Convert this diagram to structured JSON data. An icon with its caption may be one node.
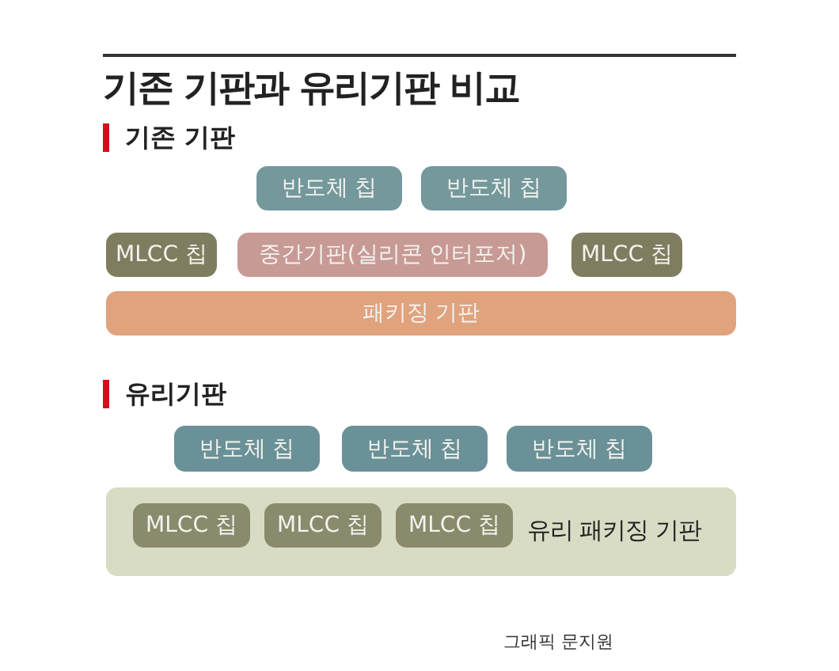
{
  "diagram": {
    "title": "기존 기판과 유리기판 비교",
    "nodes": [
      {
        "text": [
          "반도체 칩"
        ]
      },
      {
        "text": [
          "반도체 칩"
        ]
      },
      {
        "text": [
          "MLCC 칩"
        ]
      },
      {
        "text": [
          "중간기판(실리콘 인터포저)"
        ]
      },
      {
        "text": [
          "MLCC 칩"
        ]
      },
      {
        "text": [
          "패키징 기판"
        ]
      },
      {
        "text": [
          "반도체 칩"
        ]
      },
      {
        "text": [
          "반도체 칩"
        ]
      },
      {
        "text": [
          "반도체 칩"
        ]
      },
      {
        "text": [
          "유리 패키징 기판"
        ]
      },
      {
        "text": [
          "MLCC 칩"
        ],
        "in": 9
      },
      {
        "text": [
          "MLCC 칩"
        ],
        "in": 9
      },
      {
        "text": [
          "MLCC 칩"
        ],
        "in": 9
      }
    ],
    "labels": [
      "기존 기판",
      "유리기판",
      "그래픽 문지원"
    ]
  }
}
